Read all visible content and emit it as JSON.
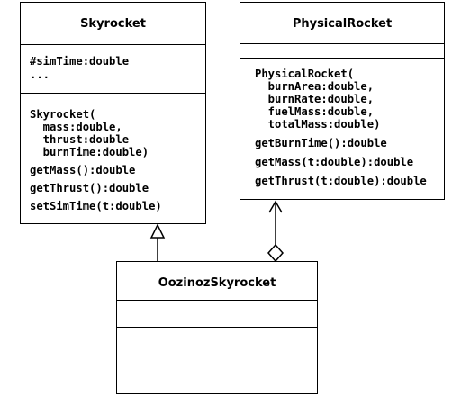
{
  "classes": {
    "skyrocket": {
      "name": "Skyrocket",
      "fields": [
        "#simTime:double",
        "..."
      ],
      "methods": [
        "Skyrocket(",
        "  mass:double,",
        "  thrust:double",
        "  burnTime:double)",
        "getMass():double",
        "getThrust():double",
        "setSimTime(t:double)"
      ]
    },
    "physical_rocket": {
      "name": "PhysicalRocket",
      "fields": [],
      "methods": [
        "PhysicalRocket(",
        "  burnArea:double,",
        "  burnRate:double,",
        "  fuelMass:double,",
        "  totalMass:double)",
        "getBurnTime():double",
        "getMass(t:double):double",
        "getThrust(t:double):double"
      ]
    },
    "oozinoz_skyrocket": {
      "name": "OozinozSkyrocket",
      "fields": [],
      "methods": []
    }
  },
  "relations": [
    {
      "from": "OozinozSkyrocket",
      "to": "Skyrocket",
      "kind": "generalization"
    },
    {
      "from": "OozinozSkyrocket",
      "to": "PhysicalRocket",
      "kind": "aggregation"
    }
  ]
}
